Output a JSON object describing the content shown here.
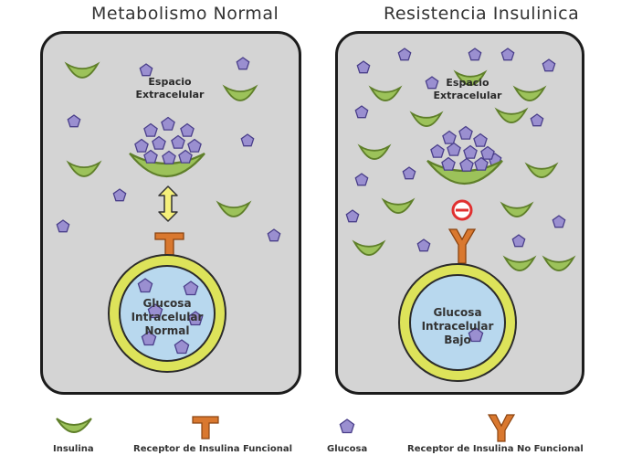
{
  "titles": {
    "left": "Metabolismo Normal",
    "right": "Resistencia Insulinica"
  },
  "left_panel": {
    "extracellular_label": [
      "Espacio",
      "Extracelular"
    ],
    "cell_label": [
      "Glucosa",
      "Intracelular",
      "Normal"
    ]
  },
  "right_panel": {
    "extracellular_label": [
      "Espacio",
      "Extracelular"
    ],
    "cell_label": [
      "Glucosa",
      "Intracelular",
      "Bajo"
    ]
  },
  "legend": {
    "insulin": "Insulina",
    "functional_receptor": "Receptor de Insulina Funcional",
    "glucose": "Glucosa",
    "non_functional_receptor": "Receptor de Insulina No Funcional"
  },
  "colors": {
    "panel_bg": "#d4d4d4",
    "insulin_green": "#9cc25a",
    "insulin_dark": "#5f7f2a",
    "glucose_purple": "#9a8fd0",
    "glucose_dark": "#4a3f8a",
    "receptor_orange": "#d9782f",
    "cell_yellow": "#dde35a",
    "cell_inner": "#b8d8ee",
    "block_red": "#e03030",
    "arrow_yellow": "#f5f07a"
  },
  "icons": {
    "insulin": "crescent-cup-icon",
    "glucose": "pentagon-icon",
    "receptor_functional": "t-shape-receptor-icon",
    "receptor_nonfunctional": "y-shape-receptor-icon",
    "double_arrow": "double-arrow-icon",
    "block": "no-entry-icon"
  }
}
